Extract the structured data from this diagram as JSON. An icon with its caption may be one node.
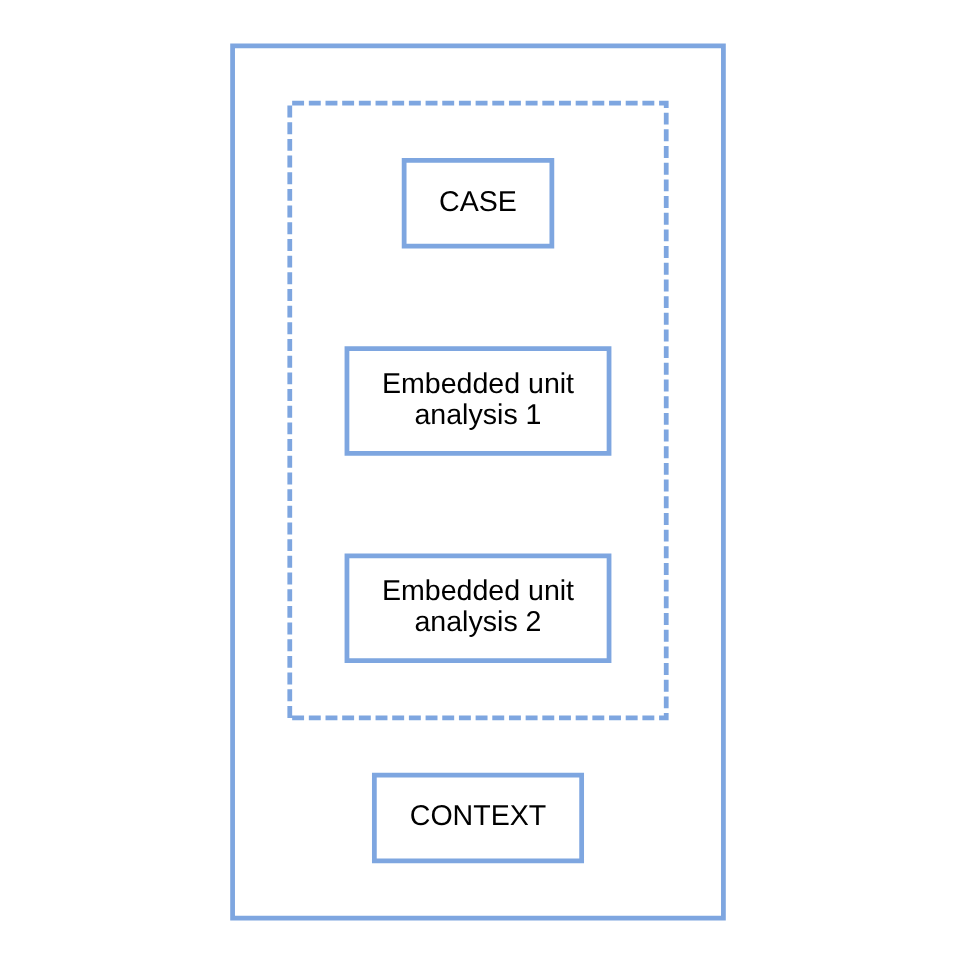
{
  "diagram": {
    "nodes": [
      {
        "text": [],
        "shape": "box"
      },
      {
        "text": [
          "CONTEXT"
        ],
        "in": 0
      },
      {
        "text": [],
        "shape": "box",
        "in": 0
      },
      {
        "text": [
          "CASE"
        ],
        "in": 2
      },
      {
        "text": [
          "Embedded unit analysis 1"
        ],
        "in": 2
      },
      {
        "text": [
          "Embedded unit analysis 2"
        ],
        "in": 2
      }
    ]
  }
}
